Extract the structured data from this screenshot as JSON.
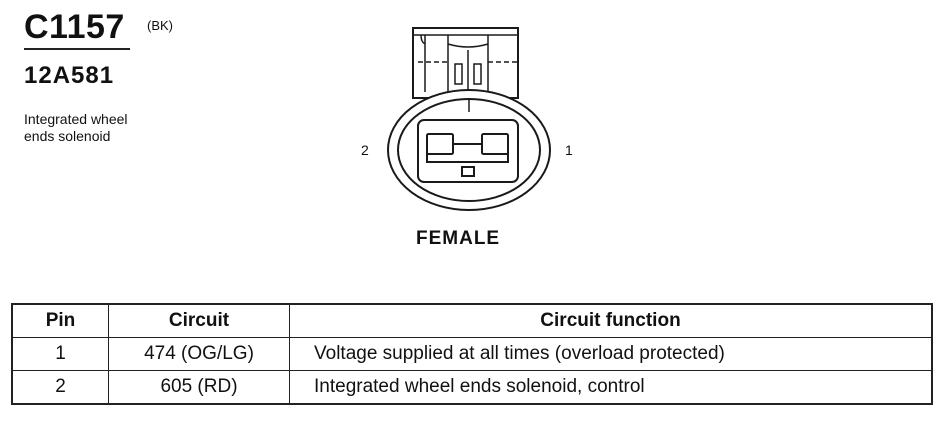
{
  "connector": {
    "id": "C1157",
    "color": "(BK)",
    "part_number": "12A581",
    "description_lines": [
      "Integrated wheel",
      "ends solenoid"
    ]
  },
  "diagram": {
    "pin_labels": {
      "left": "2",
      "right": "1"
    },
    "gender": "FEMALE"
  },
  "table": {
    "headers": [
      "Pin",
      "Circuit",
      "Circuit function"
    ],
    "rows": [
      {
        "pin": "1",
        "circuit": "474 (OG/LG)",
        "function": "Voltage supplied at all times (overload protected)"
      },
      {
        "pin": "2",
        "circuit": "605 (RD)",
        "function": "Integrated wheel ends solenoid, control"
      }
    ]
  }
}
